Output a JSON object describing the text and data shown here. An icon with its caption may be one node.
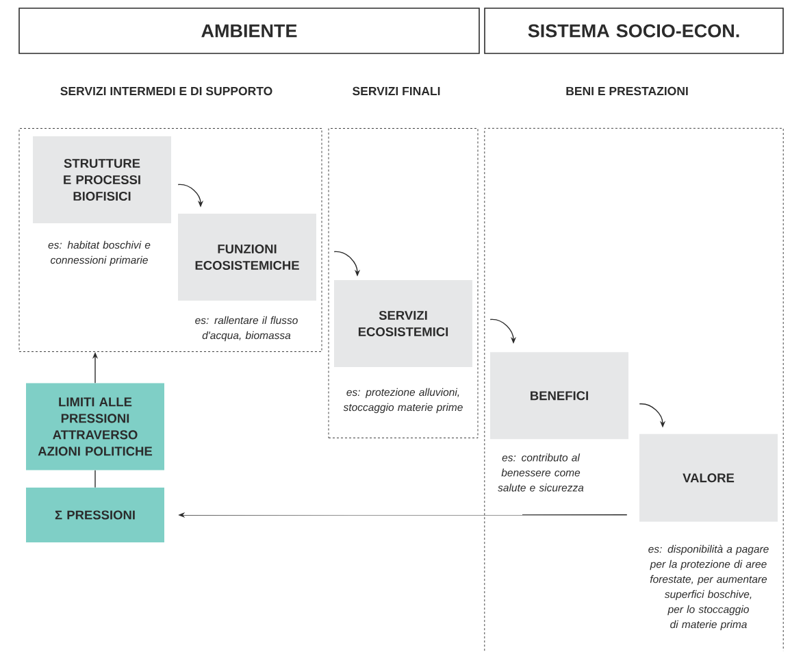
{
  "diagram": {
    "nodes": [
      {
        "text": [
          "AMBIENTE"
        ]
      },
      {
        "text": [
          "SISTEMA SOCIO-ECON."
        ]
      },
      {
        "text": [],
        "shape": "box"
      },
      {
        "text": [
          "STRUTTURE E PROCESSI BIOFISICI"
        ],
        "in": 2,
        "beside": [
          "es: habitat boschivi e connessioni primarie"
        ]
      },
      {
        "text": [
          "FUNZIONI ECOSISTEMICHE"
        ],
        "in": 2,
        "beside": [
          "es: rallentare il flusso d'acqua, biomassa"
        ]
      },
      {
        "text": [],
        "shape": "box"
      },
      {
        "text": [
          "SERVIZI ECOSISTEMICI"
        ],
        "in": 5,
        "beside": [
          "es: protezione alluvioni, stoccaggio materie prime"
        ]
      },
      {
        "text": [],
        "shape": "box"
      },
      {
        "text": [
          "BENEFICI"
        ],
        "in": 7,
        "beside": [
          "es: contributo al benessere come salute e sicurezza"
        ]
      },
      {
        "text": [
          "VALORE"
        ],
        "in": 7,
        "beside": [
          "es: disponibilità a pagare per la protezione di aree forestate, per aumentare superfici boschive, per lo stoccaggio di materie prima"
        ]
      },
      {
        "text": [
          "LIMITI ALLE PRESSIONI ATTRAVERSO AZIONI POLITICHE"
        ]
      },
      {
        "text": [
          "Σ PRESSIONI"
        ]
      }
    ],
    "edges": [
      {
        "from": 3,
        "to": 4,
        "arrow": "to"
      },
      {
        "from": 4,
        "to": 6,
        "arrow": "to"
      },
      {
        "from": 6,
        "to": 8,
        "arrow": "to"
      },
      {
        "from": 8,
        "to": 9,
        "arrow": "to"
      },
      {
        "from": 9,
        "to": 11,
        "arrow": "to"
      },
      {
        "from": 11,
        "to": 10,
        "arrow": "none"
      },
      {
        "from": 10,
        "to": 2,
        "arrow": "to"
      }
    ],
    "labels": [
      "SERVIZI INTERMEDI E DI SUPPORTO",
      "SERVIZI FINALI",
      "BENI E PRESTAZIONI"
    ]
  }
}
